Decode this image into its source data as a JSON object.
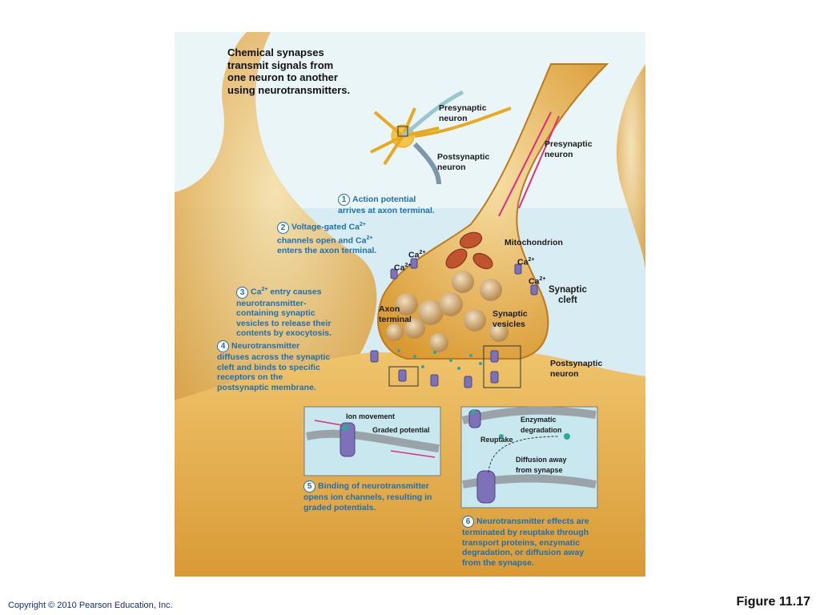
{
  "title": "Chemical synapses\ntransmit signals from\none neuron to another\nusing neurotransmitters.",
  "labels": {
    "presynaptic_small": "Presynaptic\nneuron",
    "postsynaptic_small": "Postsynaptic\nneuron",
    "presynaptic_large": "Presynaptic\nneuron",
    "mitochondrion": "Mitochondrion",
    "ca": "Ca",
    "ca_charge": "2+",
    "synaptic_cleft": "Synaptic\ncleft",
    "axon_terminal": "Axon\nterminal",
    "synaptic_vesicles": "Synaptic\nvesicles",
    "postsynaptic_neuron": "Postsynaptic\nneuron",
    "ion_movement": "Ion movement",
    "graded_potential": "Graded potential",
    "enzymatic_degradation": "Enzymatic\ndegradation",
    "reuptake": "Reuptake",
    "diffusion_away": "Diffusion away\nfrom synapse"
  },
  "steps": [
    {
      "num": "1",
      "text": "Action potential\narrives at axon terminal."
    },
    {
      "num": "2",
      "text_a": "Voltage-gated Ca",
      "text_b": " \nchannels open and Ca",
      "text_c": "\nenters the axon terminal."
    },
    {
      "num": "3",
      "text_a": "Ca",
      "text_b": " entry causes\nneurotransmitter-\ncontaining synaptic\nvesicles to release their\ncontents by exocytosis."
    },
    {
      "num": "4",
      "text": "Neurotransmitter\ndiffuses across the synaptic\ncleft and binds to specific\nreceptors on the\npostsynaptic membrane."
    },
    {
      "num": "5",
      "text": "Binding of neurotransmitter\nopens ion channels, resulting in\ngraded potentials."
    },
    {
      "num": "6",
      "text": "Neurotransmitter effects are\nterminated by reuptake through\ntransport proteins, enzymatic\ndegradation, or diffusion away\nfrom the synapse."
    }
  ],
  "footer": {
    "copyright": "Copyright © 2010 Pearson Education, Inc.",
    "figure": "Figure 11.17"
  },
  "colors": {
    "background_cyan": "#d8edf3",
    "neuron_tan": "#e7b24c",
    "neuron_light": "#f5dba0",
    "vesicle": "#c9a776",
    "mitochondria": "#c0542f",
    "label_blue": "#1f6fb0",
    "channel_purple": "#7d72b8",
    "neurotransmitter_teal": "#2fa79a"
  }
}
